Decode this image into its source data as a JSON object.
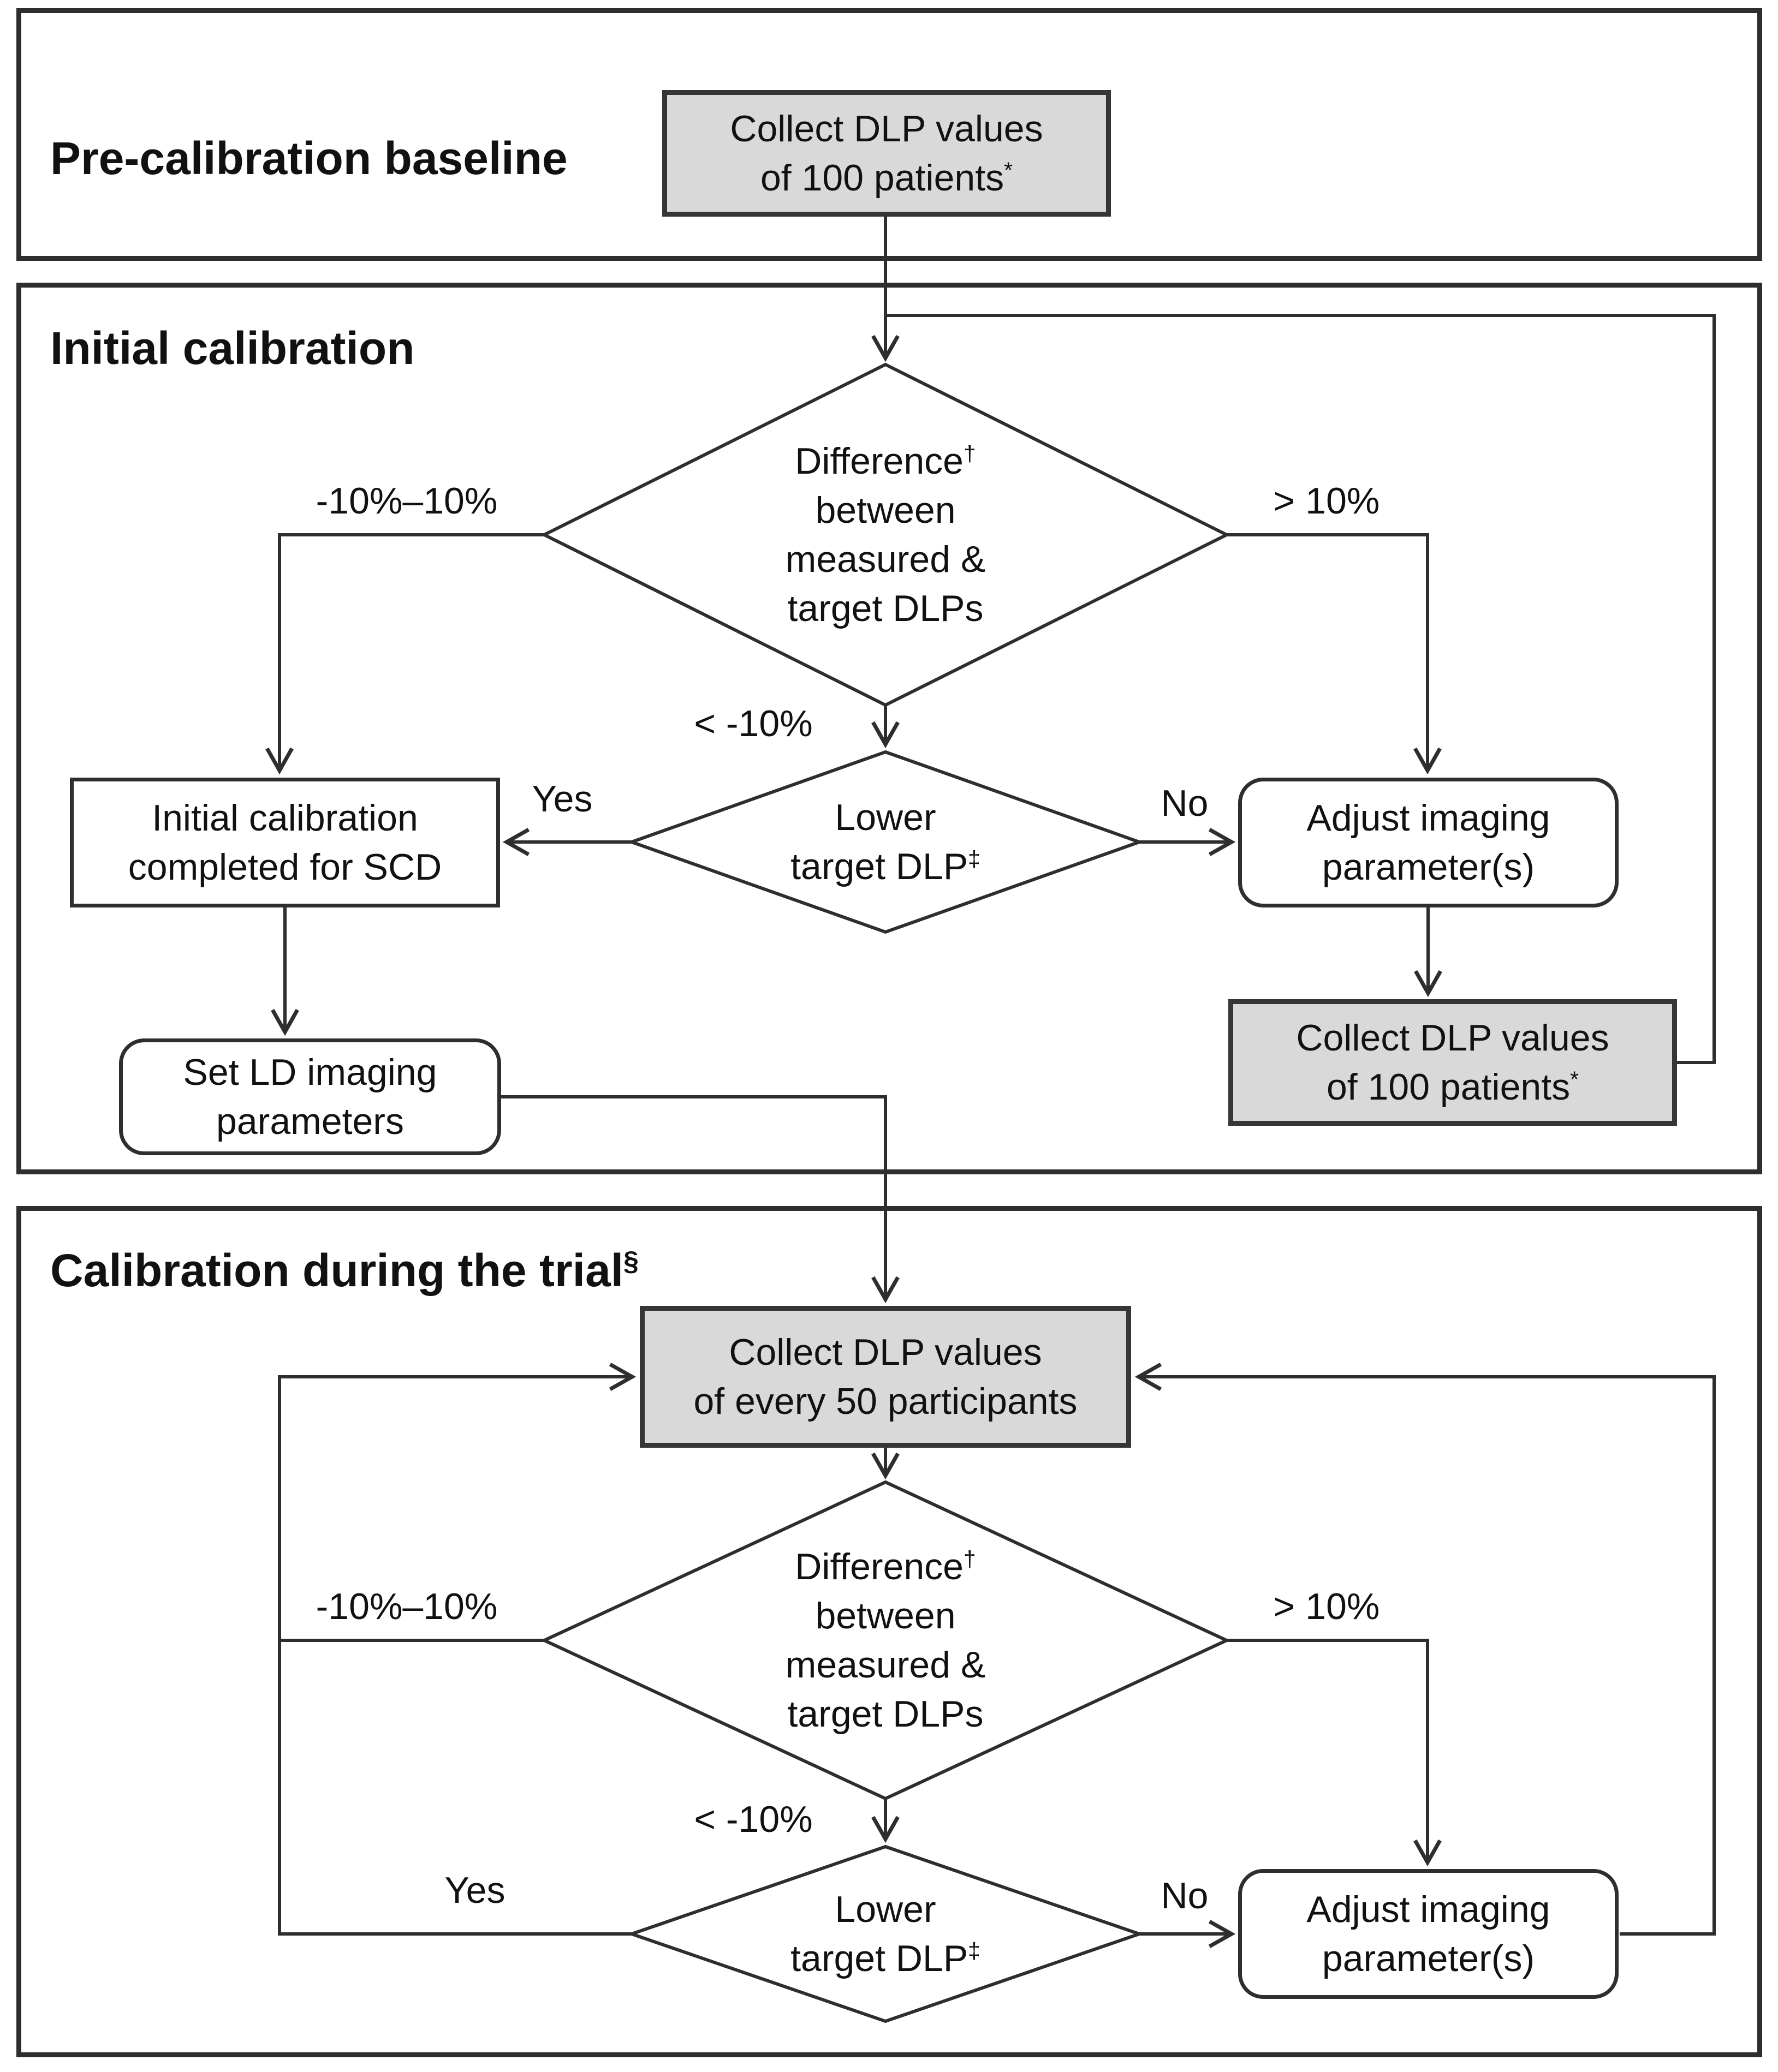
{
  "figure": {
    "type": "flowchart",
    "description": "CT dose calibration workflow flowchart with three phases"
  },
  "colors": {
    "line": "#2e2e2e",
    "collect_box_fill": "#d9d9d9",
    "process_box_fill": "#ffffff",
    "text": "#111111",
    "background": "#ffffff"
  },
  "sections": {
    "pre": {
      "title": "Pre-calibration baseline"
    },
    "initial": {
      "title": "Initial calibration"
    },
    "trial": {
      "title": "Calibration during the trial",
      "title_sup": "§"
    }
  },
  "nodes": {
    "collect100a": {
      "line1": "Collect DLP values",
      "line2": "of 100 patients",
      "line2_sup": "*"
    },
    "diff1": {
      "line1": "Difference",
      "line1_sup": "†",
      "line2": "between",
      "line3": "measured &",
      "line4": "target DLPs"
    },
    "initialCompleted": {
      "line1": "Initial calibration",
      "line2": "completed for SCD"
    },
    "lower1": {
      "line1": "Lower",
      "line2": "target DLP",
      "line2_sup": "‡"
    },
    "adjust1": {
      "line1": "Adjust imaging",
      "line2": "parameter(s)"
    },
    "collect100b": {
      "line1": "Collect DLP values",
      "line2": "of 100 patients",
      "line2_sup": "*"
    },
    "setLd": {
      "line1": "Set LD imaging",
      "line2": "parameters"
    },
    "collect50": {
      "line1": "Collect DLP values",
      "line2": "of every 50 participants"
    },
    "diff2": {
      "line1": "Difference",
      "line1_sup": "†",
      "line2": "between",
      "line3": "measured &",
      "line4": "target DLPs"
    },
    "lower2": {
      "line1": "Lower",
      "line2": "target DLP",
      "line2_sup": "‡"
    },
    "adjust2": {
      "line1": "Adjust imaging",
      "line2": "parameter(s)"
    }
  },
  "labels": {
    "initial": {
      "range": "-10%–10%",
      "gt": "> 10%",
      "lt": "< -10%",
      "yes": "Yes",
      "no": "No"
    },
    "trial": {
      "range": "-10%–10%",
      "gt": "> 10%",
      "lt": "< -10%",
      "yes": "Yes",
      "no": "No"
    }
  }
}
